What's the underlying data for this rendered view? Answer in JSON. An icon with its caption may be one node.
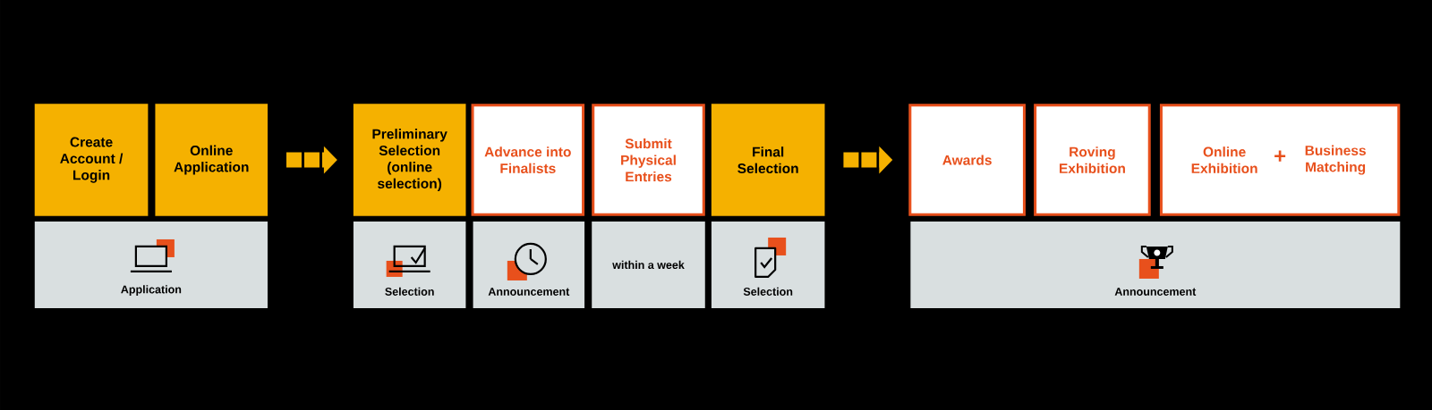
{
  "diagram": {
    "nodes": [
      {
        "text": [
          "Create Account / Login"
        ]
      },
      {
        "text": [
          "Online Application"
        ]
      },
      {
        "text": [
          "Application"
        ]
      },
      {
        "text": [
          "Preliminary Selection (online selection)"
        ]
      },
      {
        "text": [
          "Advance into Finalists"
        ]
      },
      {
        "text": [
          "Submit Physical Entries"
        ]
      },
      {
        "text": [
          "Final Selection"
        ]
      },
      {
        "text": [
          "Selection"
        ]
      },
      {
        "text": [
          "Announcement"
        ]
      },
      {
        "text": [
          "within a week"
        ]
      },
      {
        "text": [
          "Selection"
        ]
      },
      {
        "text": [
          "Awards"
        ]
      },
      {
        "text": [
          "Roving Exhibition"
        ]
      },
      {
        "text": [
          "Online Exhibition",
          "+",
          "Business Matching"
        ]
      },
      {
        "text": [
          "Announcement"
        ]
      }
    ],
    "edges": [
      {
        "from": 1,
        "to": 3,
        "arrow": "to"
      },
      {
        "from": 6,
        "to": 11,
        "arrow": "to"
      }
    ]
  }
}
